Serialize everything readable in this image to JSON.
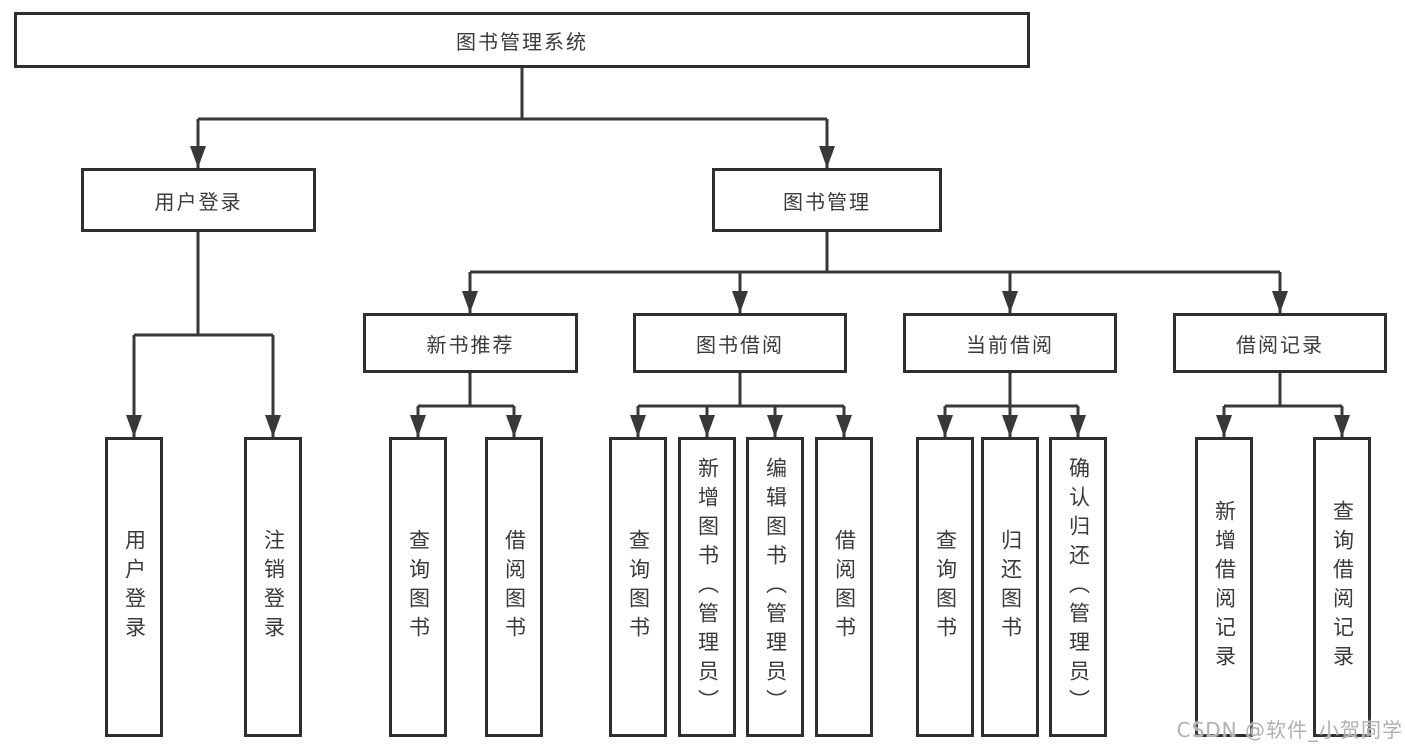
{
  "page": {
    "watermark": "CSDN @软件_小贺同学"
  },
  "colors": {
    "background": "#ffffff",
    "box_border": "#2f2f2f",
    "connector": "#383838",
    "text": "#3a3a3a",
    "watermark": "#b0b0b0"
  },
  "tree": {
    "label": "图书管理系统",
    "children": [
      {
        "label": "用户登录",
        "children": [
          {
            "label": "用户登录"
          },
          {
            "label": "注销登录"
          }
        ]
      },
      {
        "label": "图书管理",
        "children": [
          {
            "label": "新书推荐",
            "children": [
              {
                "label": "查询图书"
              },
              {
                "label": "借阅图书"
              }
            ]
          },
          {
            "label": "图书借阅",
            "children": [
              {
                "label": "查询图书"
              },
              {
                "label": "新增图书（管理员）"
              },
              {
                "label": "编辑图书（管理员）"
              },
              {
                "label": "借阅图书"
              }
            ]
          },
          {
            "label": "当前借阅",
            "children": [
              {
                "label": "查询图书"
              },
              {
                "label": "归还图书"
              },
              {
                "label": "确认归还（管理员）"
              }
            ]
          },
          {
            "label": "借阅记录",
            "children": [
              {
                "label": "新增借阅记录"
              },
              {
                "label": "查询借阅记录"
              }
            ]
          }
        ]
      }
    ]
  }
}
